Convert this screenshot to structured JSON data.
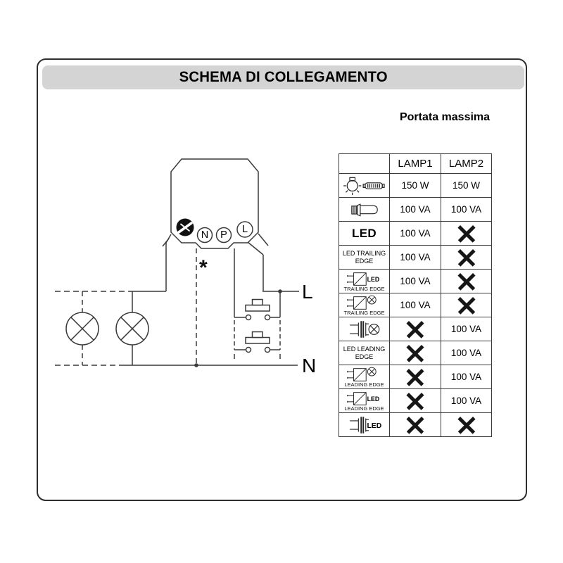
{
  "header": {
    "title": "SCHEMA DI COLLEGAMENTO"
  },
  "labels": {
    "led": "LED"
  },
  "capacity": {
    "caption": "Portata massima",
    "columns": [
      "LAMP1",
      "LAMP2"
    ],
    "rows": [
      {
        "icon": "incandescent-halogen-lamp-icon",
        "label": "",
        "lamp1": "150 W",
        "lamp2": "150 W"
      },
      {
        "icon": "halogen-capsule-lamp-icon",
        "label": "",
        "lamp1": "100 VA",
        "lamp2": "100 VA"
      },
      {
        "icon": "",
        "label": "LED",
        "lamp1": "100 VA",
        "lamp2": "X"
      },
      {
        "icon": "",
        "label": "LED TRAILING EDGE",
        "lamp1": "100 VA",
        "lamp2": "X"
      },
      {
        "icon": "trailing-edge-dimmer-led-icon",
        "label": "TRAILING EDGE",
        "lamp1": "100 VA",
        "lamp2": "X"
      },
      {
        "icon": "trailing-edge-dimmer-lamp-icon",
        "label": "TRAILING EDGE",
        "lamp1": "100 VA",
        "lamp2": "X"
      },
      {
        "icon": "transformer-lamp-icon",
        "label": "",
        "lamp1": "X",
        "lamp2": "100 VA"
      },
      {
        "icon": "",
        "label": "LED LEADING EDGE",
        "lamp1": "X",
        "lamp2": "100 VA"
      },
      {
        "icon": "leading-edge-dimmer-lamp-icon",
        "label": "LEADING EDGE",
        "lamp1": "X",
        "lamp2": "100 VA"
      },
      {
        "icon": "leading-edge-dimmer-led-icon",
        "label": "LEADING EDGE",
        "lamp1": "X",
        "lamp2": "100 VA"
      },
      {
        "icon": "transformer-led-icon",
        "label": "",
        "lamp1": "X",
        "lamp2": "X"
      }
    ]
  },
  "diagram": {
    "terminal_n": "N",
    "terminal_p": "P",
    "terminal_l": "L",
    "live_label": "L",
    "neutral_label": "N",
    "note_marker": "*"
  }
}
